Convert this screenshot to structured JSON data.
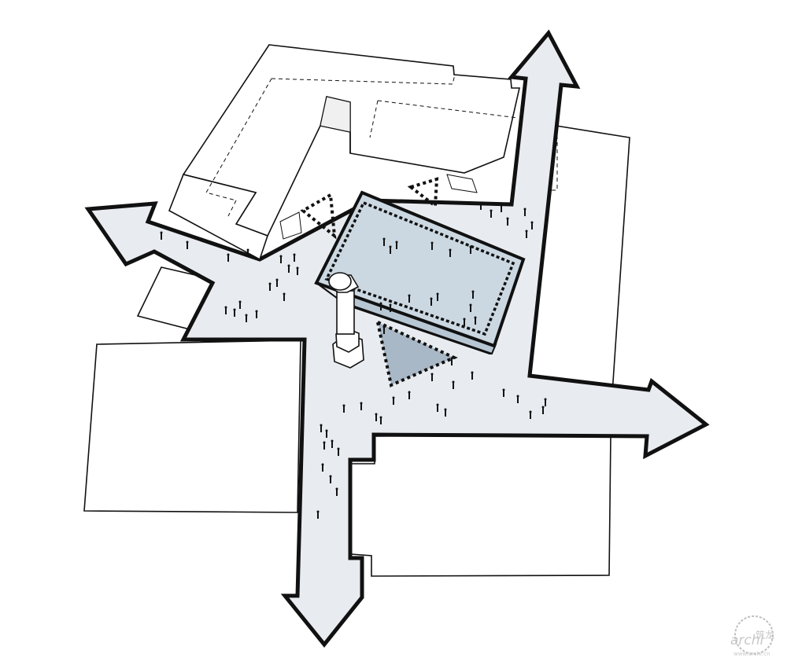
{
  "diagram": {
    "kind": "urban site plan axonometric",
    "colors": {
      "background": "#ffffff",
      "plaza_fill": "#e8ecf0",
      "plaza_stroke": "#111111",
      "pavilion_roof": "#cbd8e2",
      "pavilion_side": "#b7c6d3",
      "shadow_triangle": "#a9b8c6",
      "building_stroke": "#111111"
    },
    "flow_arrows": [
      "north-east",
      "west",
      "east",
      "south"
    ],
    "buildings": [
      "l-shaped-building",
      "east-building",
      "west-building",
      "south-building",
      "small-west-building"
    ],
    "landmarks": [
      "column-monument",
      "glass-pavilion",
      "view-cone-left",
      "view-cone-right",
      "view-cone-bottom"
    ],
    "people_groups": "pedestrians scattered across plaza"
  },
  "watermark": {
    "logo_text": "archi",
    "chinese_text": "筑龙",
    "url_text": "www.archi.cn"
  }
}
